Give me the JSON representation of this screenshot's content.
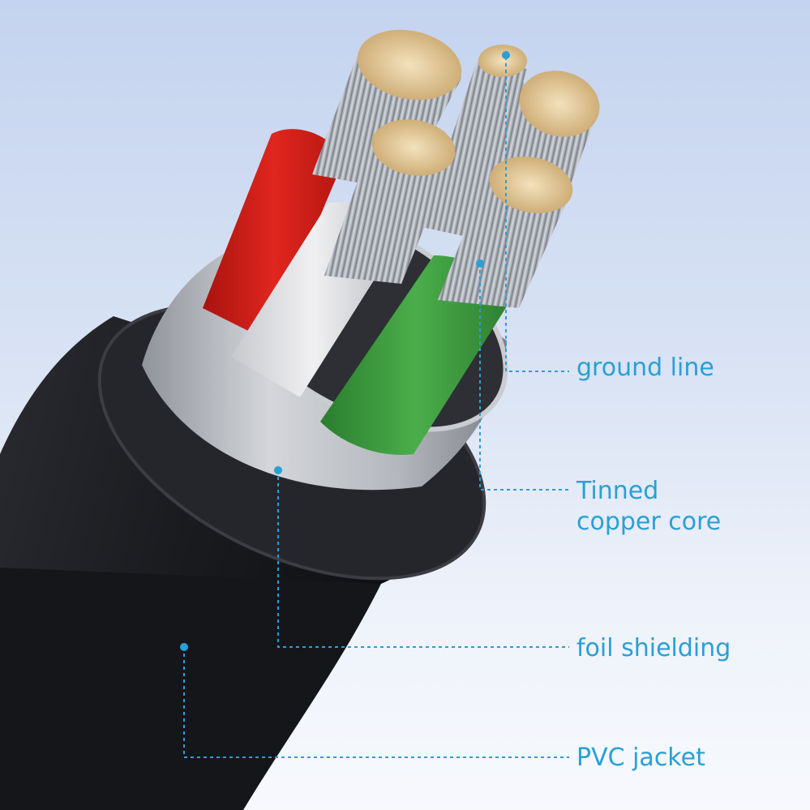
{
  "callouts": {
    "ground_line": "ground line",
    "tinned_core_line1": "Tinned",
    "tinned_core_line2": "copper core",
    "foil_shielding": "foil shielding",
    "pvc_jacket": "PVC jacket"
  },
  "colors": {
    "accent": "#2a9fd6",
    "jacket": "#1a1b1f",
    "foil": "#b9bcc2",
    "wire_red": "#d8231f",
    "wire_white": "#e6e6e8",
    "wire_green": "#3a9b3d",
    "copper_tip": "#e9d3a8",
    "strands": "#b8bcc4"
  }
}
